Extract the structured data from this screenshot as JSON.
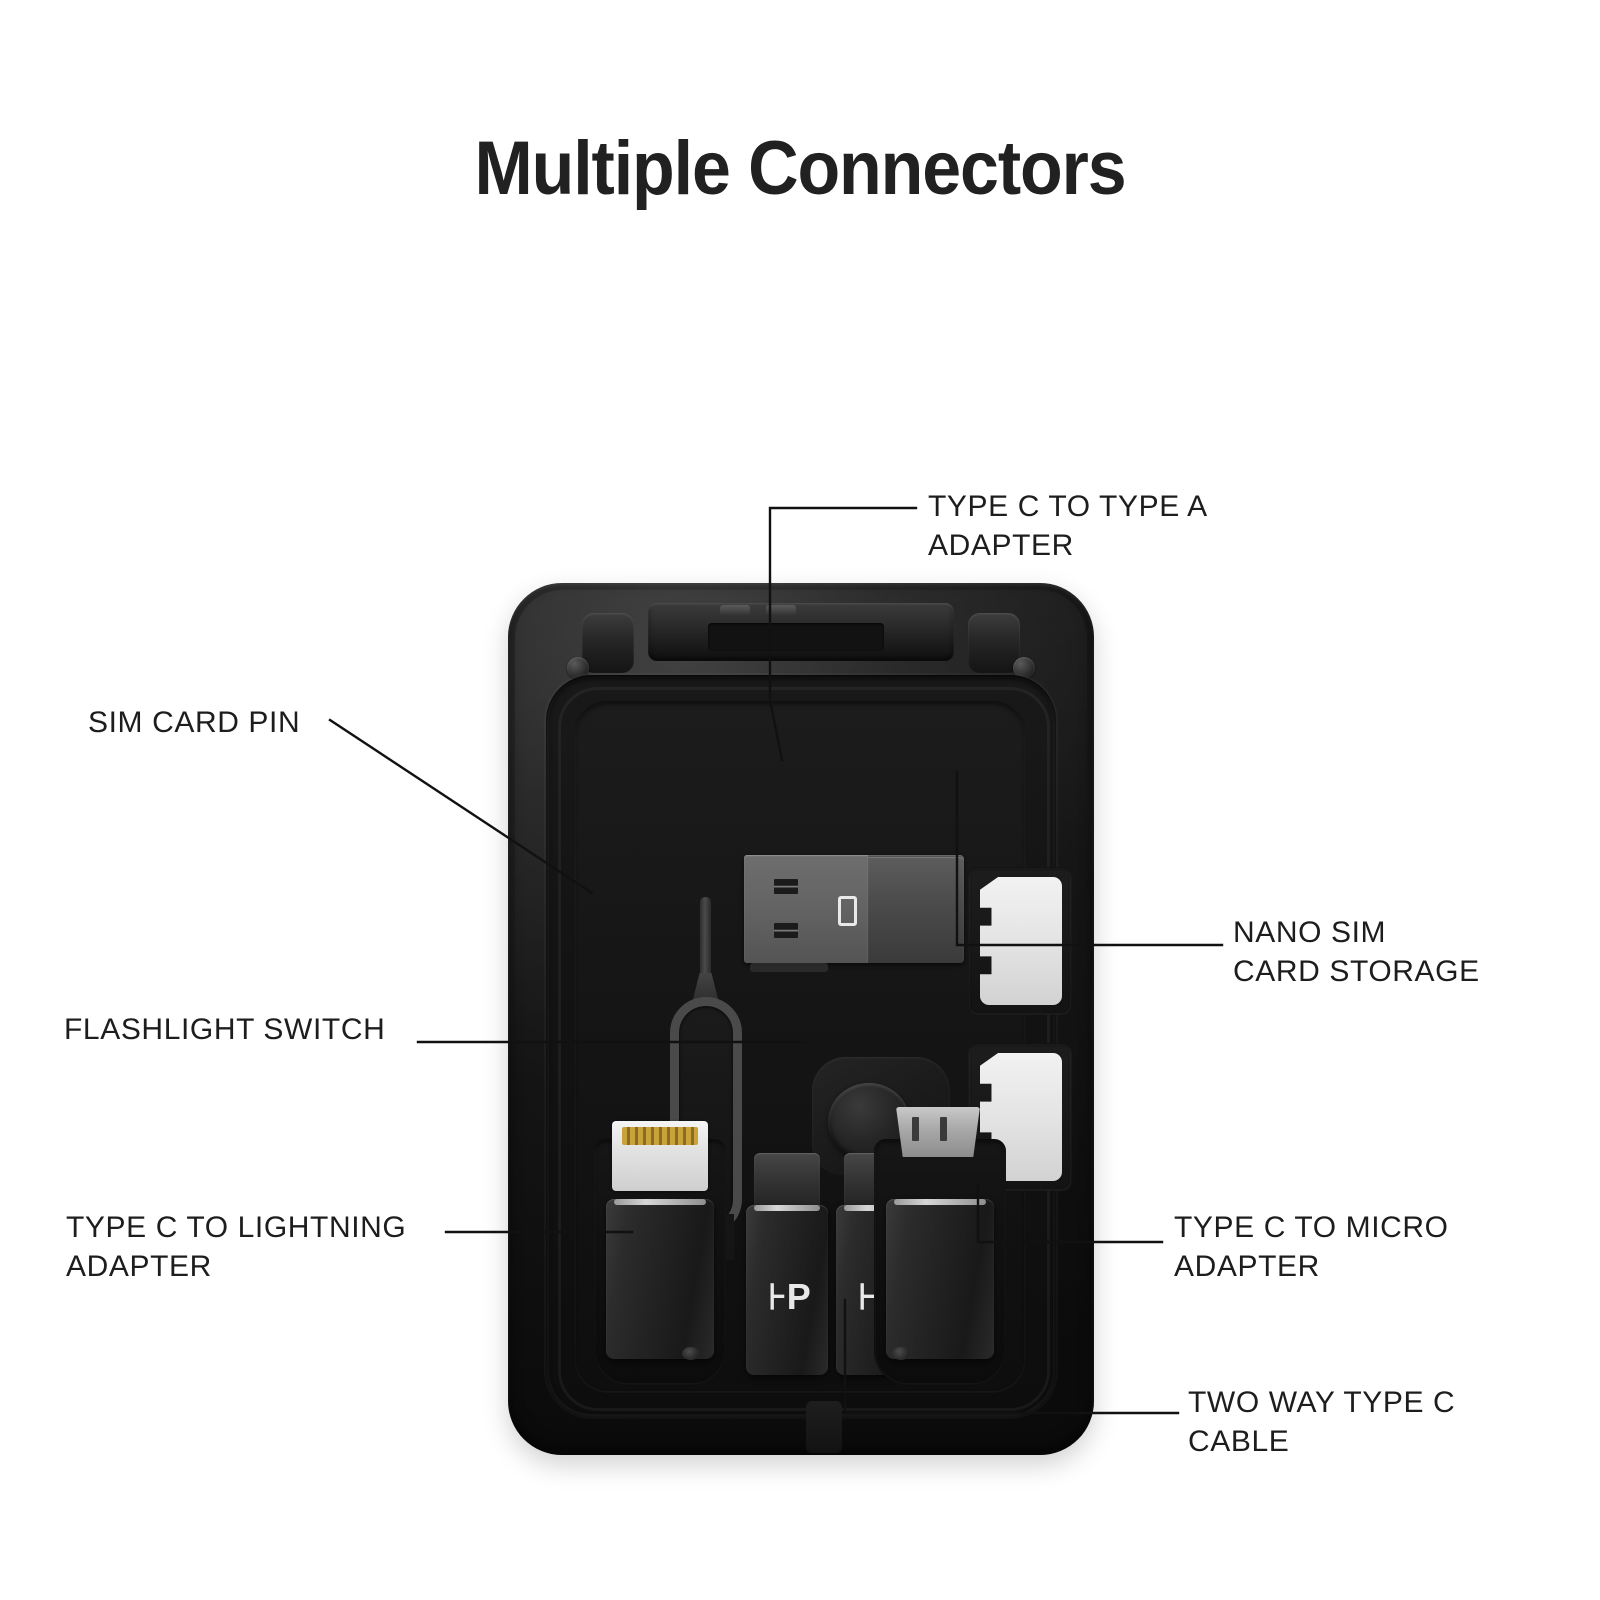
{
  "page": {
    "title": "Multiple Connectors",
    "background_color": "#ffffff",
    "text_color": "#1d1d1d",
    "line_color": "#111111"
  },
  "callouts": [
    {
      "id": "type-c-to-type-a",
      "text": "TYPE C TO TYPE A\nADAPTER",
      "side": "right",
      "anchor": "usb-a-adapter"
    },
    {
      "id": "sim-card-pin",
      "text": "SIM CARD PIN",
      "side": "left",
      "anchor": "sim-pin-tool"
    },
    {
      "id": "nano-sim-card-storage",
      "text": "NANO SIM\nCARD STORAGE",
      "side": "right",
      "anchor": "nano-sim-slots"
    },
    {
      "id": "flashlight-switch",
      "text": "FLASHLIGHT SWITCH",
      "side": "left",
      "anchor": "flashlight-button"
    },
    {
      "id": "type-c-to-lightning",
      "text": "TYPE C TO LIGHTNING\nADAPTER",
      "side": "left",
      "anchor": "lightning-adapter"
    },
    {
      "id": "type-c-to-micro",
      "text": "TYPE C TO MICRO\nADAPTER",
      "side": "right",
      "anchor": "micro-adapter"
    },
    {
      "id": "two-way-type-c-cable",
      "text": "TWO WAY TYPE C\nCABLE",
      "side": "right",
      "anchor": "type-c-cable"
    }
  ],
  "device": {
    "name": "travel charging case",
    "body_color": "#141414",
    "tray_color": "#141414",
    "components": {
      "usb_a_adapter": {
        "label": "USB Type-A adapter",
        "face_color": "#6e6e6e",
        "body_color": "#4b4b4b"
      },
      "sim_pin_tool": {
        "label": "SIM ejector pin",
        "color": "#4a4a4a"
      },
      "flashlight_button": {
        "label": "Flashlight switch",
        "color": "#262626"
      },
      "nano_sim_slots": {
        "label": "Nano SIM card storage",
        "count": 2,
        "card_color": "#e4e4e4"
      },
      "lightning_adapter": {
        "label": "Type-C to Lightning adapter",
        "pin_color": "#c9a23c"
      },
      "type_c_connectors": {
        "label": "Two way Type-C cable",
        "count": 2,
        "logo": "brand-p-logo",
        "logo_color": "#e8e8e8"
      },
      "micro_adapter": {
        "label": "Type-C to Micro-USB adapter",
        "head_color": "#a8a8a8"
      }
    }
  }
}
